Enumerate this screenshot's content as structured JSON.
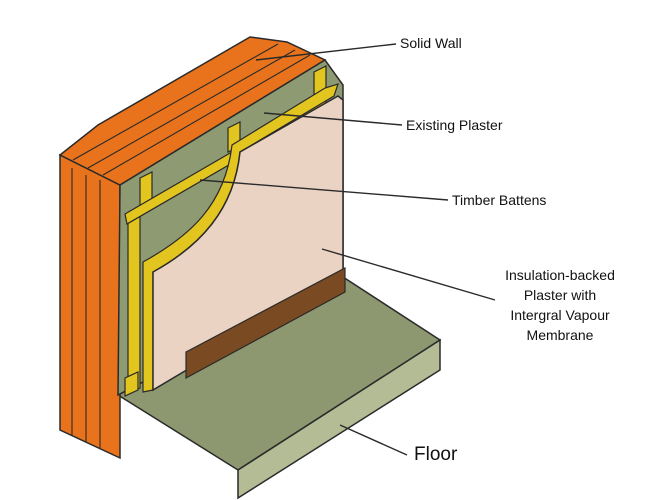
{
  "labels": {
    "solid_wall": "Solid Wall",
    "existing_plaster": "Existing Plaster",
    "timber_battens": "Timber Battens",
    "insulation_lines": [
      "Insulation-backed",
      "Plaster with",
      "Intergral Vapour",
      "Membrane"
    ],
    "floor": "Floor"
  },
  "colors": {
    "brick": "#e8731c",
    "brick_dark": "#b4520c",
    "plaster_existing": "#8e9a72",
    "batten": "#e3c51f",
    "batten_dark": "#a98f0e",
    "insulation_board": "#ead3c3",
    "skirting": "#7a4a22",
    "floor_top": "#8e9870",
    "floor_front": "#b4bc95",
    "outline": "#2a2a2a"
  }
}
